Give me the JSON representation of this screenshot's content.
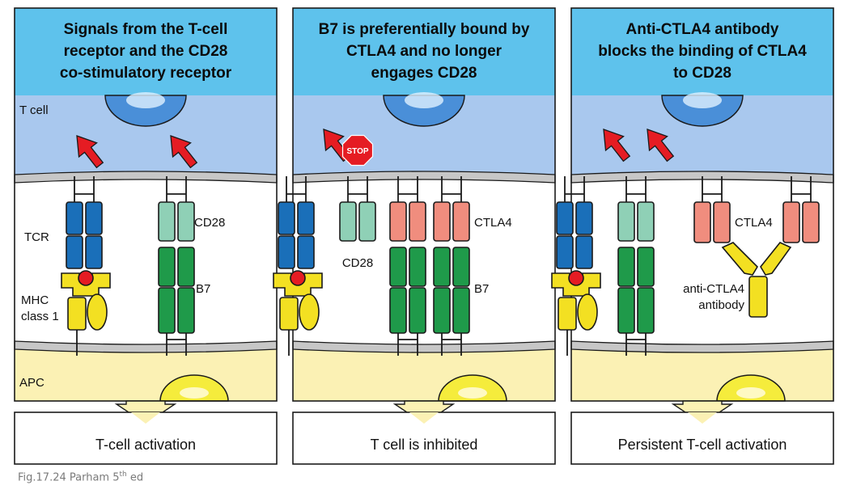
{
  "colors": {
    "header_bg": "#5ec2ec",
    "tcell_bg": "#a9c8ee",
    "apc_bg": "#fbf1b4",
    "tcr": "#1a6fb9",
    "cd28": "#8fd0b6",
    "ctla4": "#f08d7e",
    "b7": "#1f9a4a",
    "mhc": "#f3e022",
    "arrow": "#e51c23",
    "stop": "#e51c23"
  },
  "panels": [
    {
      "title_lines": [
        "Signals from the T-cell",
        "receptor and the CD28",
        "co-stimulatory receptor"
      ],
      "result": "T-cell activation",
      "labels": {
        "tcell": "T cell",
        "apc": "APC",
        "tcr": "TCR",
        "mhc_1": "MHC",
        "mhc_2": "class 1",
        "cd28": "CD28",
        "b7": "B7"
      }
    },
    {
      "title_lines": [
        "B7 is preferentially bound by",
        "CTLA4 and no longer",
        "engages CD28"
      ],
      "result": "T cell is inhibited",
      "labels": {
        "stop": "STOP",
        "cd28": "CD28",
        "ctla4": "CTLA4",
        "b7": "B7"
      }
    },
    {
      "title_lines": [
        "Anti-CTLA4 antibody",
        "blocks the binding of CTLA4",
        "to CD28"
      ],
      "result": "Persistent T-cell activation",
      "labels": {
        "ctla4": "CTLA4",
        "antibody_1": "anti-CTLA4",
        "antibody_2": "antibody"
      }
    }
  ],
  "caption": {
    "main": "Fig.17.24 Parham 5",
    "sup": "th",
    "tail": " ed"
  }
}
